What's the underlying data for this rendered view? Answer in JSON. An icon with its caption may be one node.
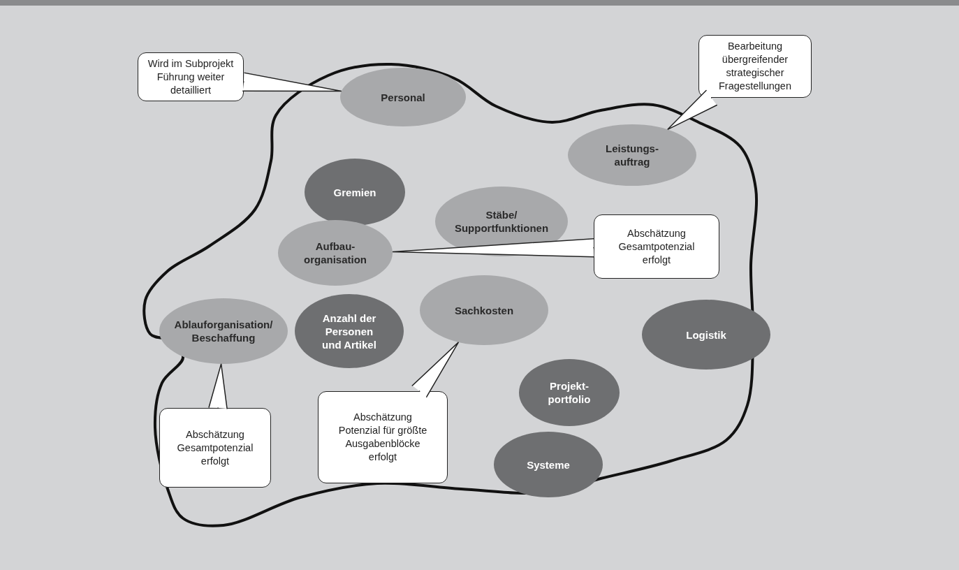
{
  "diagram": {
    "nodes": [
      {
        "text": [
          "Wird im Subprojekt Führung weiter detailliert"
        ]
      },
      {
        "text": [
          "Bearbeitung übergreifender strategischer Fragestellungen"
        ]
      },
      {
        "text": [
          "Personal"
        ]
      },
      {
        "text": [
          "Leistungs- auftrag"
        ]
      },
      {
        "text": [
          "Gremien"
        ]
      },
      {
        "text": [
          "Stäbe/ Supportfunktionen"
        ]
      },
      {
        "text": [
          "Abschätzung Gesamtpotenzial erfolgt"
        ]
      },
      {
        "text": [
          "Aufbau- organisation"
        ]
      },
      {
        "text": [
          "Ablauforganisation/ Beschaffung"
        ]
      },
      {
        "text": [
          "Anzahl der Personen und Artikel"
        ]
      },
      {
        "text": [
          "Sachkosten"
        ]
      },
      {
        "text": [
          "Logistik"
        ]
      },
      {
        "text": [
          "Projekt- portfolio"
        ]
      },
      {
        "text": [
          "Abschätzung Gesamtpotenzial erfolgt"
        ]
      },
      {
        "text": [
          "Abschätzung Potenzial für größte Ausgabenblöcke erfolgt"
        ]
      },
      {
        "text": [
          "Systeme"
        ]
      }
    ],
    "edges": [
      {
        "from": 0,
        "to": 2,
        "arrow": "none"
      },
      {
        "from": 1,
        "to": 3,
        "arrow": "none"
      },
      {
        "from": 6,
        "to": 7,
        "arrow": "none"
      },
      {
        "from": 13,
        "to": 8,
        "arrow": "none"
      },
      {
        "from": 14,
        "to": 10,
        "arrow": "none"
      }
    ]
  }
}
